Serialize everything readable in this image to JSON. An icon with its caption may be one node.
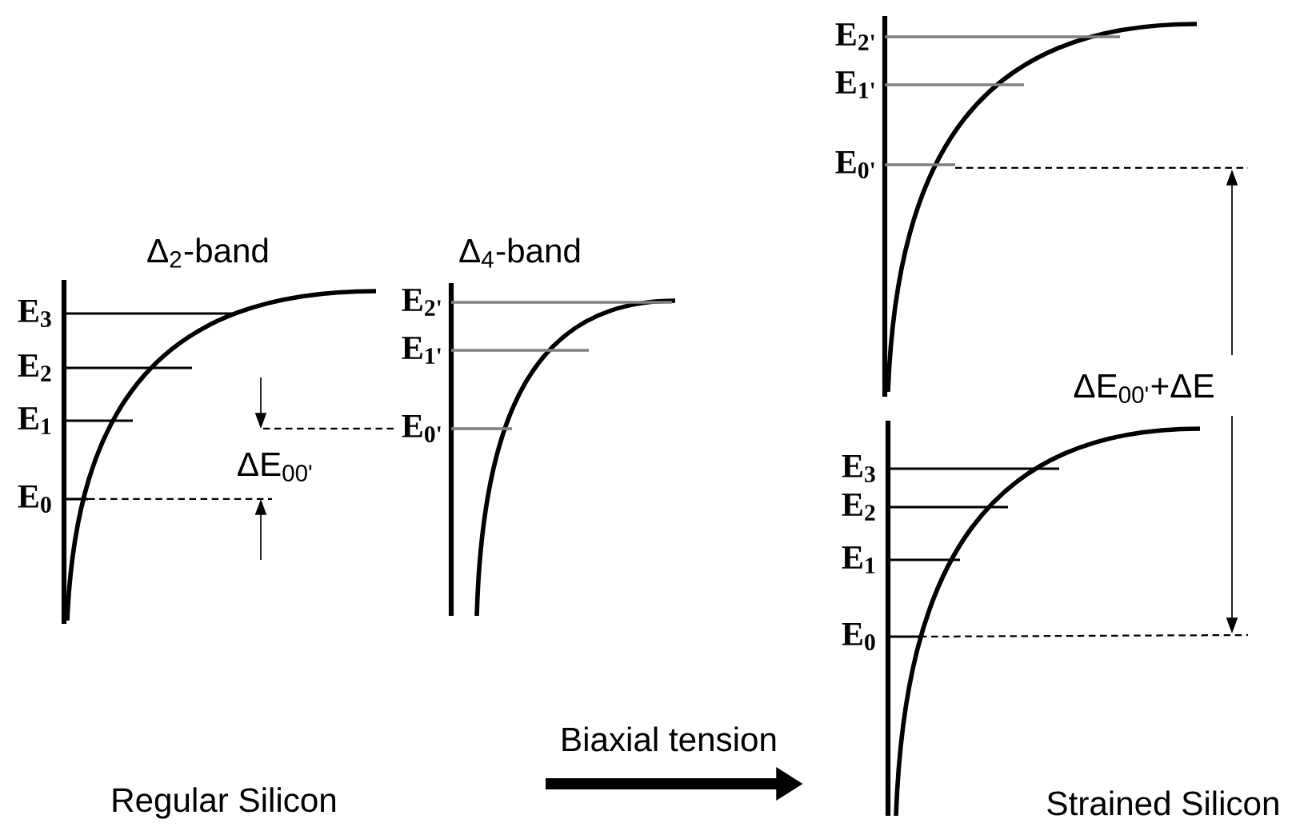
{
  "diagram": {
    "labels": [
      "E$_{2'}$",
      "E$_{1'}$",
      "E$_{0'}$",
      "Δ$_{2}$-band",
      "Δ$_{4}$-band",
      "E$_{3}$",
      "E$_{2'}$",
      "E$_{2}$",
      "E$_{1'}$",
      "E$_{1}$",
      "E$_{0'}$",
      "ΔE$_{00'}$",
      "E$_{0}$",
      "ΔE$_{00'}$+ΔE",
      "E$_{3}$",
      "E$_{2}$",
      "E$_{1}$",
      "E$_{0}$",
      "Biaxial tension",
      "Regular Silicon",
      "Strained Silicon"
    ]
  }
}
